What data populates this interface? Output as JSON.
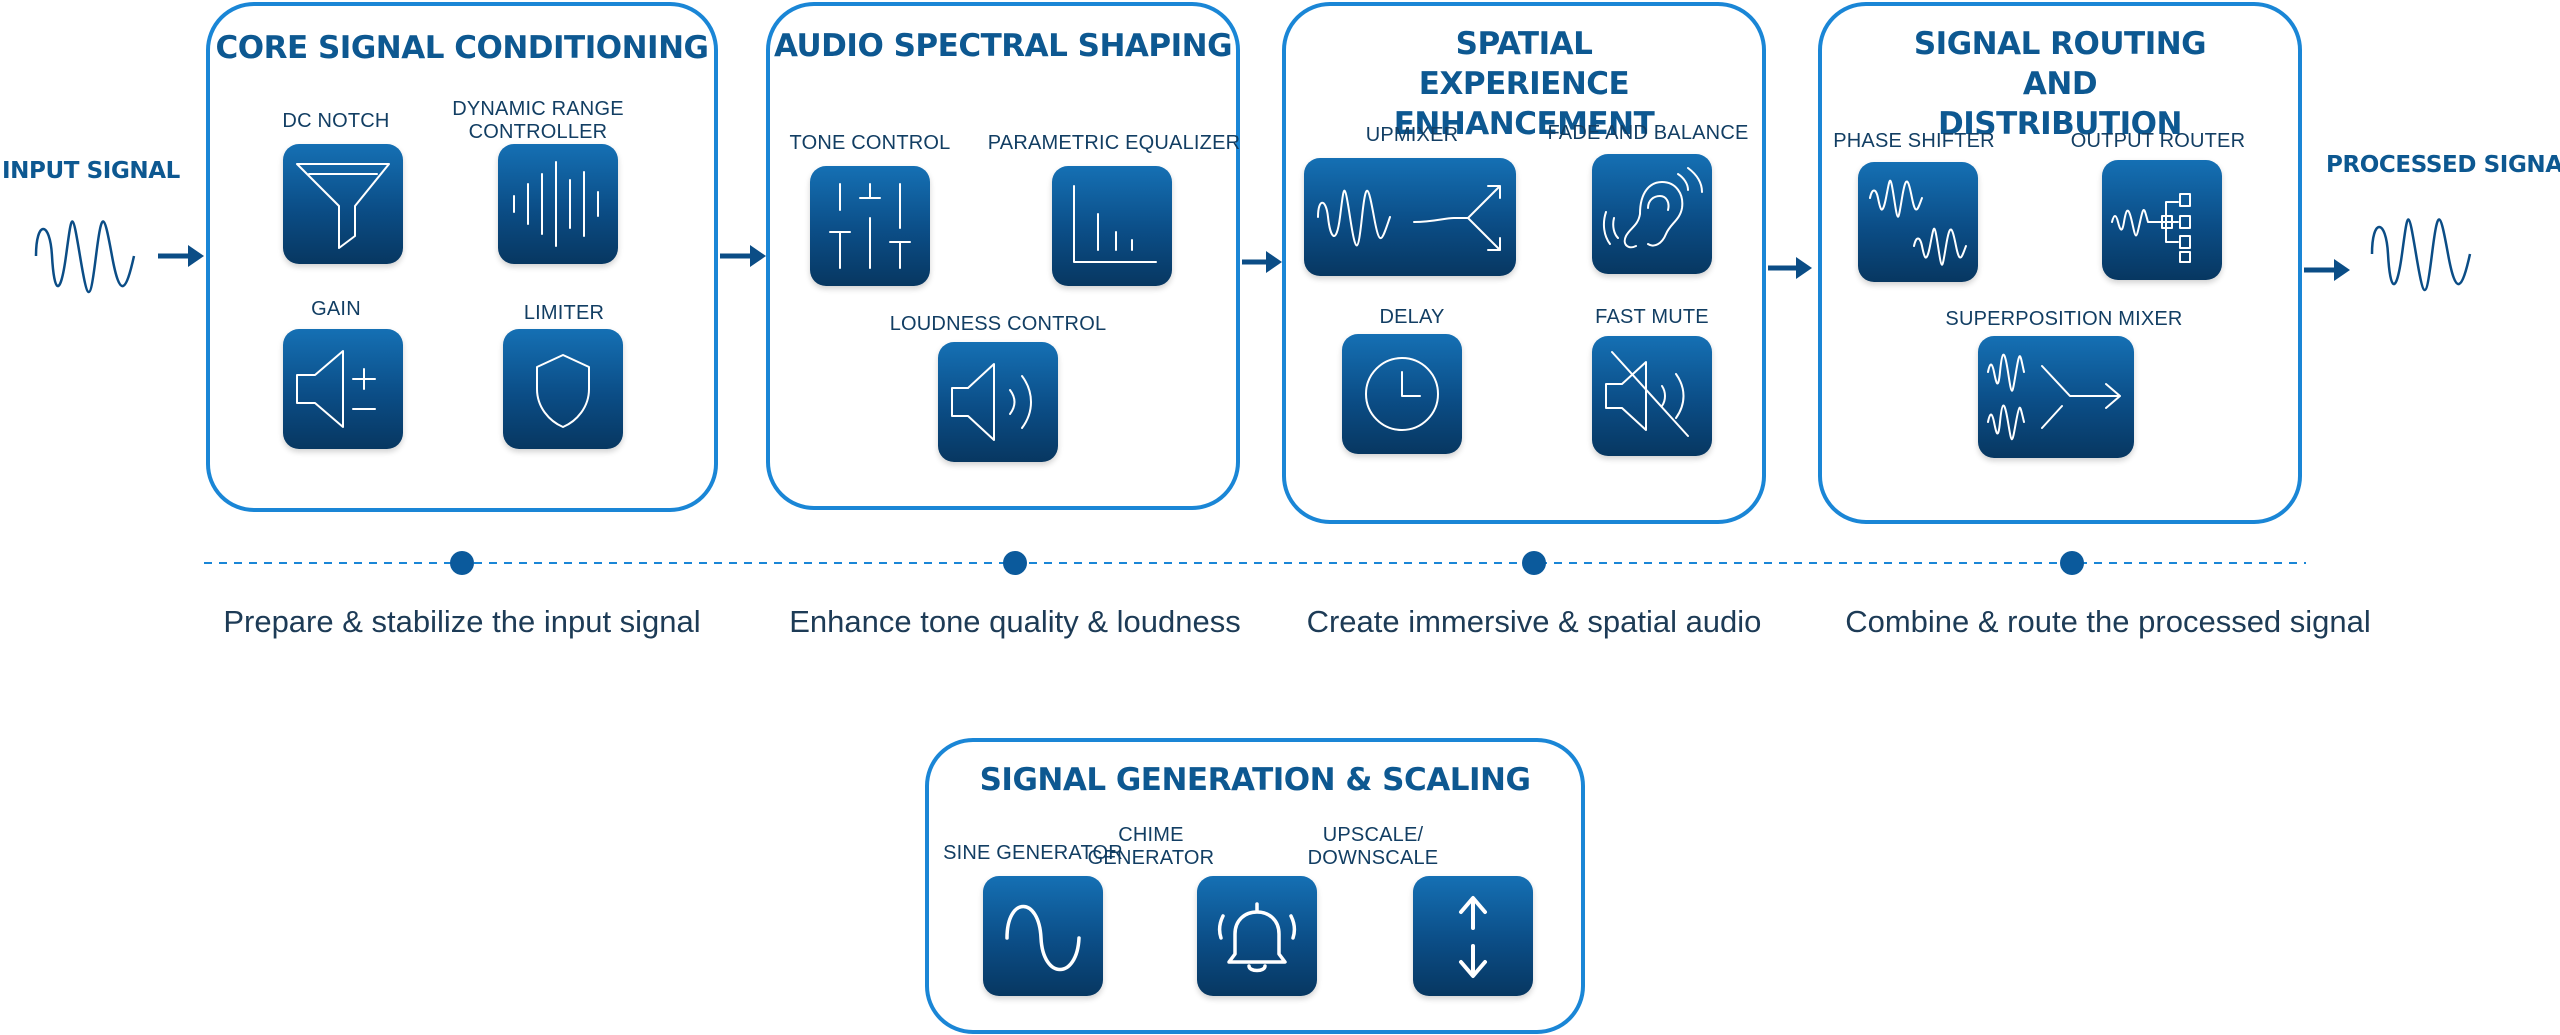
{
  "colors": {
    "accent": "#1a86d6",
    "tile_top": "#1570b4",
    "tile_bottom": "#073761",
    "title": "#0d5891"
  },
  "input": {
    "label": "INPUT SIGNAL",
    "icon": "waveform-icon"
  },
  "output": {
    "label": "PROCESSED SIGNAL",
    "icon": "waveform-icon"
  },
  "groups": [
    {
      "title": "CORE SIGNAL CONDITIONING",
      "caption": "Prepare & stabilize the input signal",
      "modules": [
        {
          "label": "DC NOTCH",
          "icon": "filter-funnel-icon"
        },
        {
          "label": "DYNAMIC RANGE CONTROLLER",
          "icon": "waveform-bars-icon"
        },
        {
          "label": "GAIN",
          "icon": "speaker-plus-minus-icon"
        },
        {
          "label": "LIMITER",
          "icon": "shield-icon"
        }
      ]
    },
    {
      "title": "AUDIO SPECTRAL SHAPING",
      "caption": "Enhance tone quality & loudness",
      "modules": [
        {
          "label": "TONE CONTROL",
          "icon": "sliders-icon"
        },
        {
          "label": "PARAMETRIC EQUALIZER",
          "icon": "bar-graph-icon"
        },
        {
          "label": "LOUDNESS CONTROL",
          "icon": "speaker-waves-icon"
        }
      ]
    },
    {
      "title": "SPATIAL EXPERIENCE ENHANCEMENT",
      "caption": "Create immersive & spatial audio",
      "modules": [
        {
          "label": "UPMIXER",
          "icon": "wave-split-arrows-icon"
        },
        {
          "label": "FADE AND BALANCE",
          "icon": "ear-icon"
        },
        {
          "label": "DELAY",
          "icon": "clock-icon"
        },
        {
          "label": "FAST MUTE",
          "icon": "speaker-muted-icon"
        }
      ]
    },
    {
      "title": "SIGNAL ROUTING AND DISTRIBUTION",
      "caption": "Combine & route the processed signal",
      "modules": [
        {
          "label": "PHASE SHIFTER",
          "icon": "shifted-waves-icon"
        },
        {
          "label": "OUTPUT ROUTER",
          "icon": "router-tree-icon"
        },
        {
          "label": "SUPERPOSITION MIXER",
          "icon": "merge-waves-icon"
        }
      ]
    },
    {
      "title": "SIGNAL GENERATION & SCALING",
      "modules": [
        {
          "label": "SINE GENERATOR",
          "icon": "sine-wave-icon"
        },
        {
          "label": "CHIME GENERATOR",
          "icon": "bell-icon"
        },
        {
          "label": "UPSCALE/ DOWNSCALE",
          "icon": "up-down-arrows-icon"
        }
      ]
    }
  ]
}
